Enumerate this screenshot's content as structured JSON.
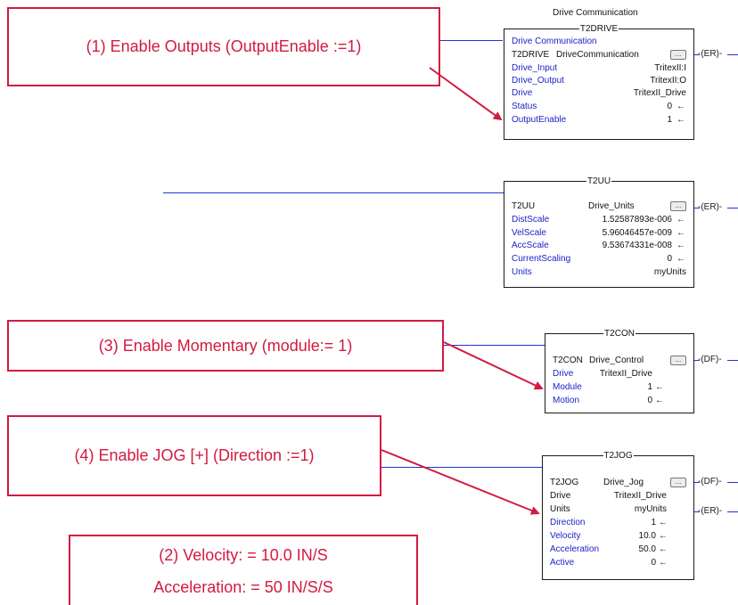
{
  "callouts": {
    "c1": "(1) Enable Outputs (OutputEnable :=1)",
    "c2_line1": "(2) Velocity: = 10.0 IN/S",
    "c2_line2": "Acceleration: =  50 IN/S/S",
    "c3": "(3) Enable Momentary (module:= 1)",
    "c4": "(4) Enable JOG [+] (Direction :=1)"
  },
  "t2drive": {
    "outer_title": "Drive Communication",
    "box_title": "T2DRIVE",
    "header": "Drive Communication",
    "instr_label": "T2DRIVE",
    "instr_name": "DriveCommunication",
    "rows": [
      {
        "label": "Drive_Input",
        "value": "TritexII:I"
      },
      {
        "label": "Drive_Output",
        "value": "TritexII:O"
      },
      {
        "label": "Drive",
        "value": "TritexII_Drive"
      },
      {
        "label": "Status",
        "value": "0"
      },
      {
        "label": "OutputEnable",
        "value": "1"
      }
    ],
    "coil": "-(ER)-"
  },
  "t2uu": {
    "box_title": "T2UU",
    "instr_label": "T2UU",
    "instr_name": "Drive_Units",
    "rows": [
      {
        "label": "DistScale",
        "value": "1.52587893e-006"
      },
      {
        "label": "VelScale",
        "value": "5.96046457e-009"
      },
      {
        "label": "AccScale",
        "value": "9.53674331e-008"
      },
      {
        "label": "CurrentScaling",
        "value": "0"
      },
      {
        "label": "Units",
        "value": "myUnits"
      }
    ],
    "coil": "-(ER)-"
  },
  "t2con": {
    "box_title": "T2CON",
    "instr_label": "T2CON",
    "instr_name": "Drive_Control",
    "rows": [
      {
        "label": "Drive",
        "value": "TritexII_Drive"
      },
      {
        "label": "Module",
        "value": "1"
      },
      {
        "label": "Motion",
        "value": "0"
      }
    ],
    "coil": "-(DF)-"
  },
  "t2jog": {
    "box_title": "T2JOG",
    "instr_label": "T2JOG",
    "instr_name": "Drive_Jog",
    "rows": [
      {
        "label": "Drive",
        "value": "TritexII_Drive"
      },
      {
        "label": "Units",
        "value": "myUnits"
      },
      {
        "label": "Direction",
        "value": "1"
      },
      {
        "label": "Velocity",
        "value": "10.0"
      },
      {
        "label": "Acceleration",
        "value": "50.0"
      },
      {
        "label": "Active",
        "value": "0"
      }
    ],
    "coil_df": "-(DF)-",
    "coil_er": "-(ER)-"
  },
  "symbols": {
    "arrow": "←",
    "ellipsis": "..."
  },
  "colors": {
    "wire": "#1f35d6",
    "label": "#1c23c4",
    "callout": "#d41a40"
  }
}
